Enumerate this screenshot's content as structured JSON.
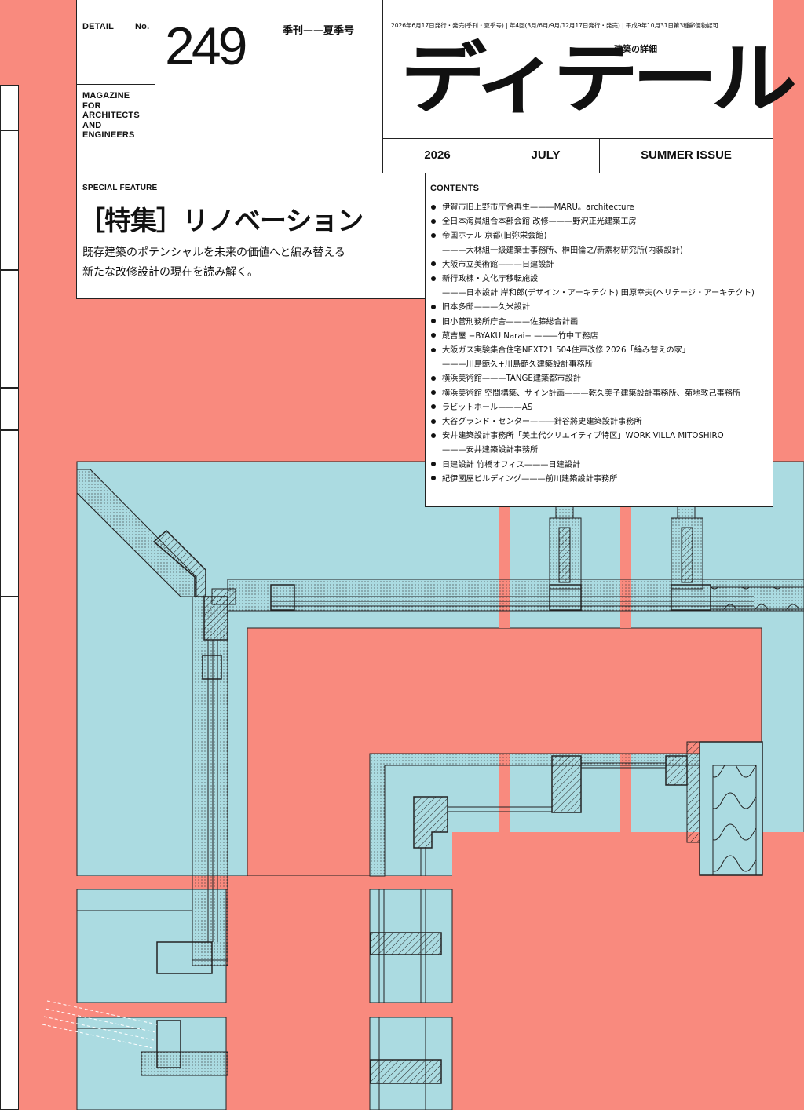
{
  "masthead": {
    "detail_label": "DETAIL",
    "no_label": "No.",
    "issue_number": "249",
    "magazine_for": [
      "MAGAZINE",
      "FOR",
      "ARCHITECTS",
      "AND",
      "ENGINEERS"
    ],
    "quarterly_label": "季刊——夏季号",
    "publish_info": "2026年6月17日発行・発売(季刊・夏季号) | 年4回(3月/6月/9月/12月17日発行・発売) | 平成9年10月31日第3種郵便物認可",
    "logo_text": "ディテール",
    "logo_subtitle": "建築の詳細",
    "year": "2026",
    "month": "JULY",
    "season": "SUMMER ISSUE"
  },
  "feature": {
    "label": "SPECIAL FEATURE",
    "title": "［特集］リノベーション",
    "description_line1": "既存建築のポテンシャルを未来の価値へと編み替える",
    "description_line2": "新たな改修設計の現在を読み解く。"
  },
  "contents": {
    "label": "CONTENTS",
    "items": [
      {
        "text": "伊賀市旧上野市庁舎再生———MARU。architecture",
        "bullet": true
      },
      {
        "text": "全日本海員組合本部会館 改修———野沢正光建築工房",
        "bullet": true
      },
      {
        "text": "帝国ホテル 京都(旧弥栄会館)",
        "bullet": true
      },
      {
        "text": "———大林組一級建築士事務所、榊田倫之/新素材研究所(内装設計)",
        "bullet": false
      },
      {
        "text": "大阪市立美術館———日建設計",
        "bullet": true
      },
      {
        "text": "新行政棟・文化庁移転施設",
        "bullet": true
      },
      {
        "text": "———日本設計 岸和郎(デザイン・アーキテクト) 田原幸夫(ヘリテージ・アーキテクト)",
        "bullet": false
      },
      {
        "text": "旧本多邸———久米設計",
        "bullet": true
      },
      {
        "text": "旧小菅刑務所庁舎———佐藤総合計画",
        "bullet": true
      },
      {
        "text": "蔵吉屋 −BYAKU Narai− ———竹中工務店",
        "bullet": true
      },
      {
        "text": "大阪ガス実験集合住宅NEXT21 504住戸改修 2026「編み替えの家」",
        "bullet": true
      },
      {
        "text": "———川島範久+川島範久建築設計事務所",
        "bullet": false
      },
      {
        "text": "横浜美術館———TANGE建築都市設計",
        "bullet": true
      },
      {
        "text": "横浜美術館 空間構築、サイン計画———乾久美子建築設計事務所、菊地敦己事務所",
        "bullet": true
      },
      {
        "text": "ラビットホール———AS",
        "bullet": true
      },
      {
        "text": "大谷グランド・センター———針谷將史建築設計事務所",
        "bullet": true
      },
      {
        "text": "安井建築設計事務所「美土代クリエイティブ特区」WORK VILLA MITOSHIRO",
        "bullet": true
      },
      {
        "text": "———安井建築設計事務所",
        "bullet": false
      },
      {
        "text": "日建設計 竹橋オフィス———日建設計",
        "bullet": true
      },
      {
        "text": "紀伊國屋ビルディング———前川建築設計事務所",
        "bullet": true
      }
    ]
  },
  "colors": {
    "background": "#F98A7E",
    "drawing_fill": "#ABDBE1",
    "ink": "#111111",
    "panel": "#FFFFFF"
  }
}
